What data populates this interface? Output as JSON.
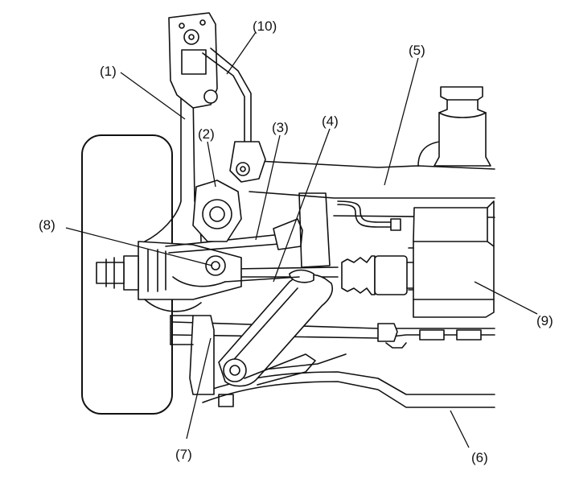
{
  "callouts": {
    "c1": "(1)",
    "c2": "(2)",
    "c3": "(3)",
    "c4": "(4)",
    "c5": "(5)",
    "c6": "(6)",
    "c7": "(7)",
    "c8": "(8)",
    "c9": "(9)",
    "c10": "(10)"
  }
}
